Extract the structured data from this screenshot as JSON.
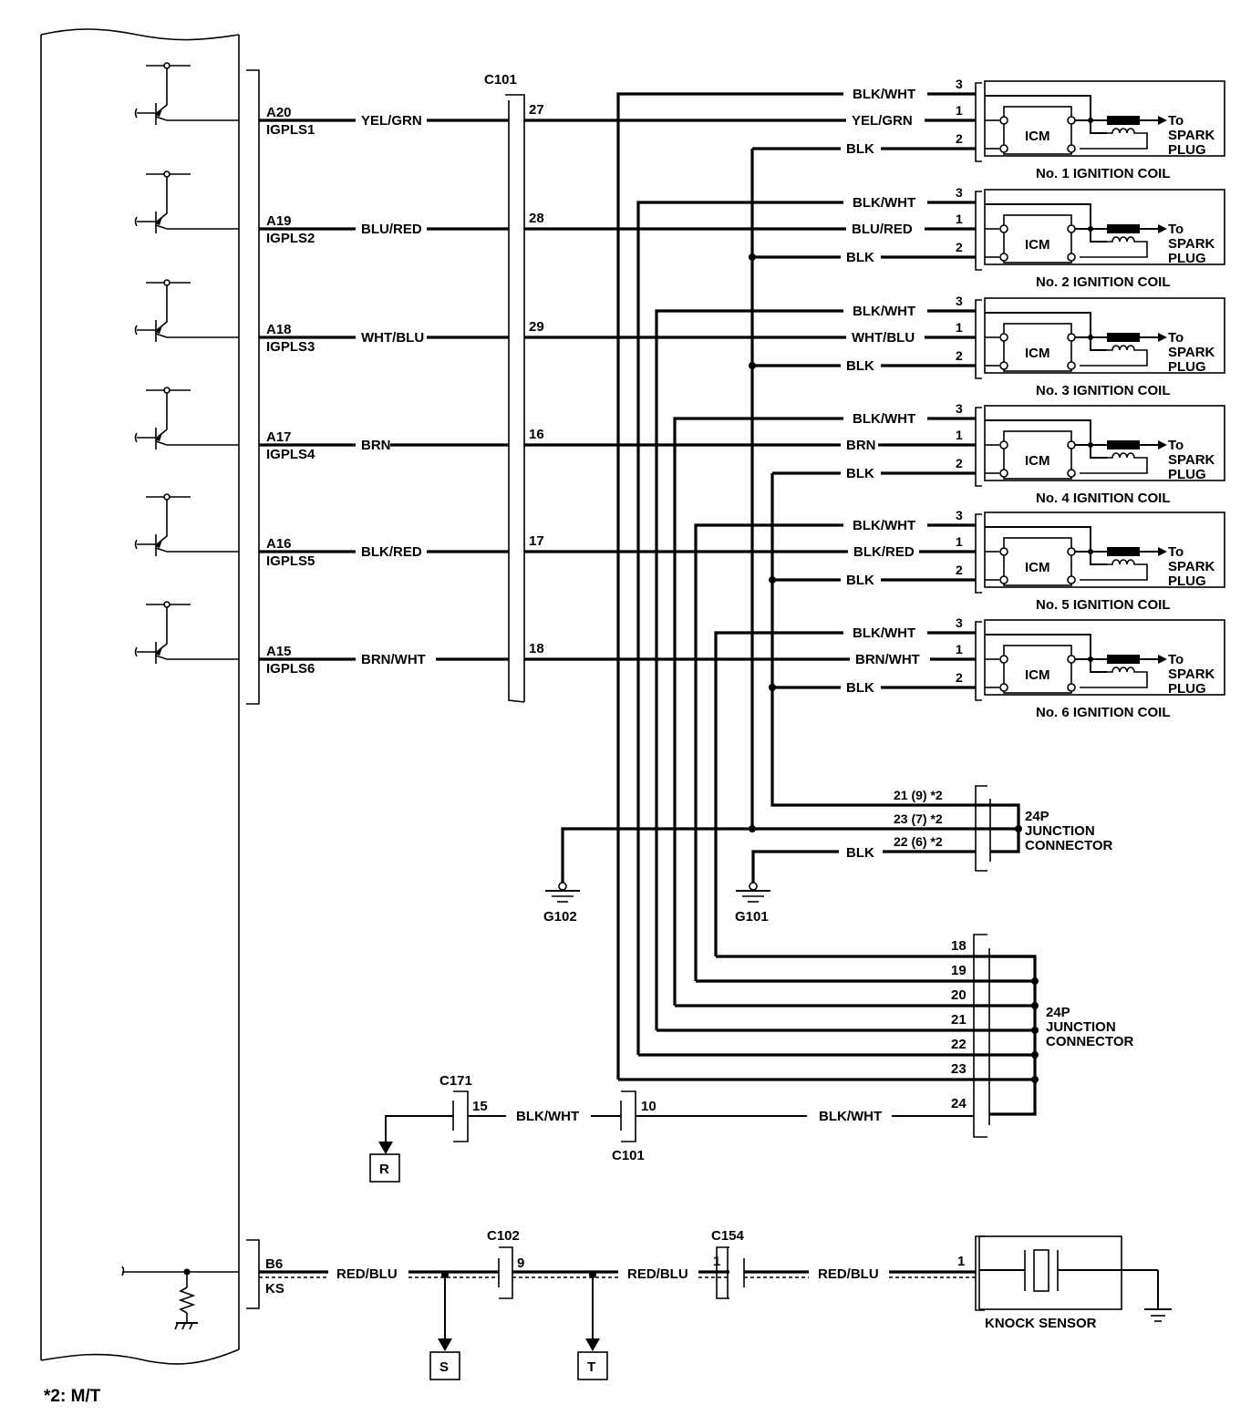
{
  "ecm": {
    "outputs": [
      {
        "pin": "A20",
        "signal": "IGPLS1",
        "wire": "YEL/GRN",
        "c101_pin": "27"
      },
      {
        "pin": "A19",
        "signal": "IGPLS2",
        "wire": "BLU/RED",
        "c101_pin": "28"
      },
      {
        "pin": "A18",
        "signal": "IGPLS3",
        "wire": "WHT/BLU",
        "c101_pin": "29"
      },
      {
        "pin": "A17",
        "signal": "IGPLS4",
        "wire": "BRN",
        "c101_pin": "16"
      },
      {
        "pin": "A16",
        "signal": "IGPLS5",
        "wire": "BLK/RED",
        "c101_pin": "17"
      },
      {
        "pin": "A15",
        "signal": "IGPLS6",
        "wire": "BRN/WHT",
        "c101_pin": "18"
      }
    ],
    "knock_input": {
      "pin": "B6",
      "signal": "KS"
    }
  },
  "c101_label": "C101",
  "coils": [
    {
      "name": "No. 1 IGNITION COIL",
      "power_wire": "BLK/WHT",
      "signal_wire": "YEL/GRN",
      "ground_wire": "BLK"
    },
    {
      "name": "No. 2 IGNITION COIL",
      "power_wire": "BLK/WHT",
      "signal_wire": "BLU/RED",
      "ground_wire": "BLK"
    },
    {
      "name": "No. 3 IGNITION COIL",
      "power_wire": "BLK/WHT",
      "signal_wire": "WHT/BLU",
      "ground_wire": "BLK"
    },
    {
      "name": "No. 4 IGNITION COIL",
      "power_wire": "BLK/WHT",
      "signal_wire": "BRN",
      "ground_wire": "BLK"
    },
    {
      "name": "No. 5 IGNITION COIL",
      "power_wire": "BLK/WHT",
      "signal_wire": "BLK/RED",
      "ground_wire": "BLK"
    },
    {
      "name": "No. 6 IGNITION COIL",
      "power_wire": "BLK/WHT",
      "signal_wire": "BRN/WHT",
      "ground_wire": "BLK"
    }
  ],
  "coil_pins": {
    "power": "3",
    "signal": "1",
    "ground": "2"
  },
  "coil_parts": {
    "module": "ICM",
    "output_to": "To",
    "output_line2": "SPARK",
    "output_line3": "PLUG"
  },
  "junction_upper": {
    "label_lines": [
      "24P",
      "JUNCTION",
      "CONNECTOR"
    ],
    "pins": [
      "21 (9) *2",
      "23 (7) *2",
      "22 (6) *2"
    ],
    "ground_wire": "BLK"
  },
  "grounds": {
    "left": "G102",
    "right": "G101"
  },
  "junction_lower": {
    "label_lines": [
      "24P",
      "JUNCTION",
      "CONNECTOR"
    ],
    "pins": [
      "18",
      "19",
      "20",
      "21",
      "22",
      "23",
      "24"
    ],
    "feed_wire": "BLK/WHT"
  },
  "power_feed": {
    "c171_label": "C171",
    "c171_pin": "15",
    "wire_mid": "BLK/WHT",
    "c101_label": "C101",
    "c101_pin": "10",
    "ref": "R"
  },
  "knock_circuit": {
    "wire1": "RED/BLU",
    "c102_label": "C102",
    "c102_pin": "9",
    "wire2": "RED/BLU",
    "c154_label": "C154",
    "c154_pin": "1",
    "wire3": "RED/BLU",
    "sensor_pin": "1",
    "sensor_label": "KNOCK SENSOR",
    "refs": [
      "S",
      "T"
    ]
  },
  "footnote": "*2: M/T"
}
